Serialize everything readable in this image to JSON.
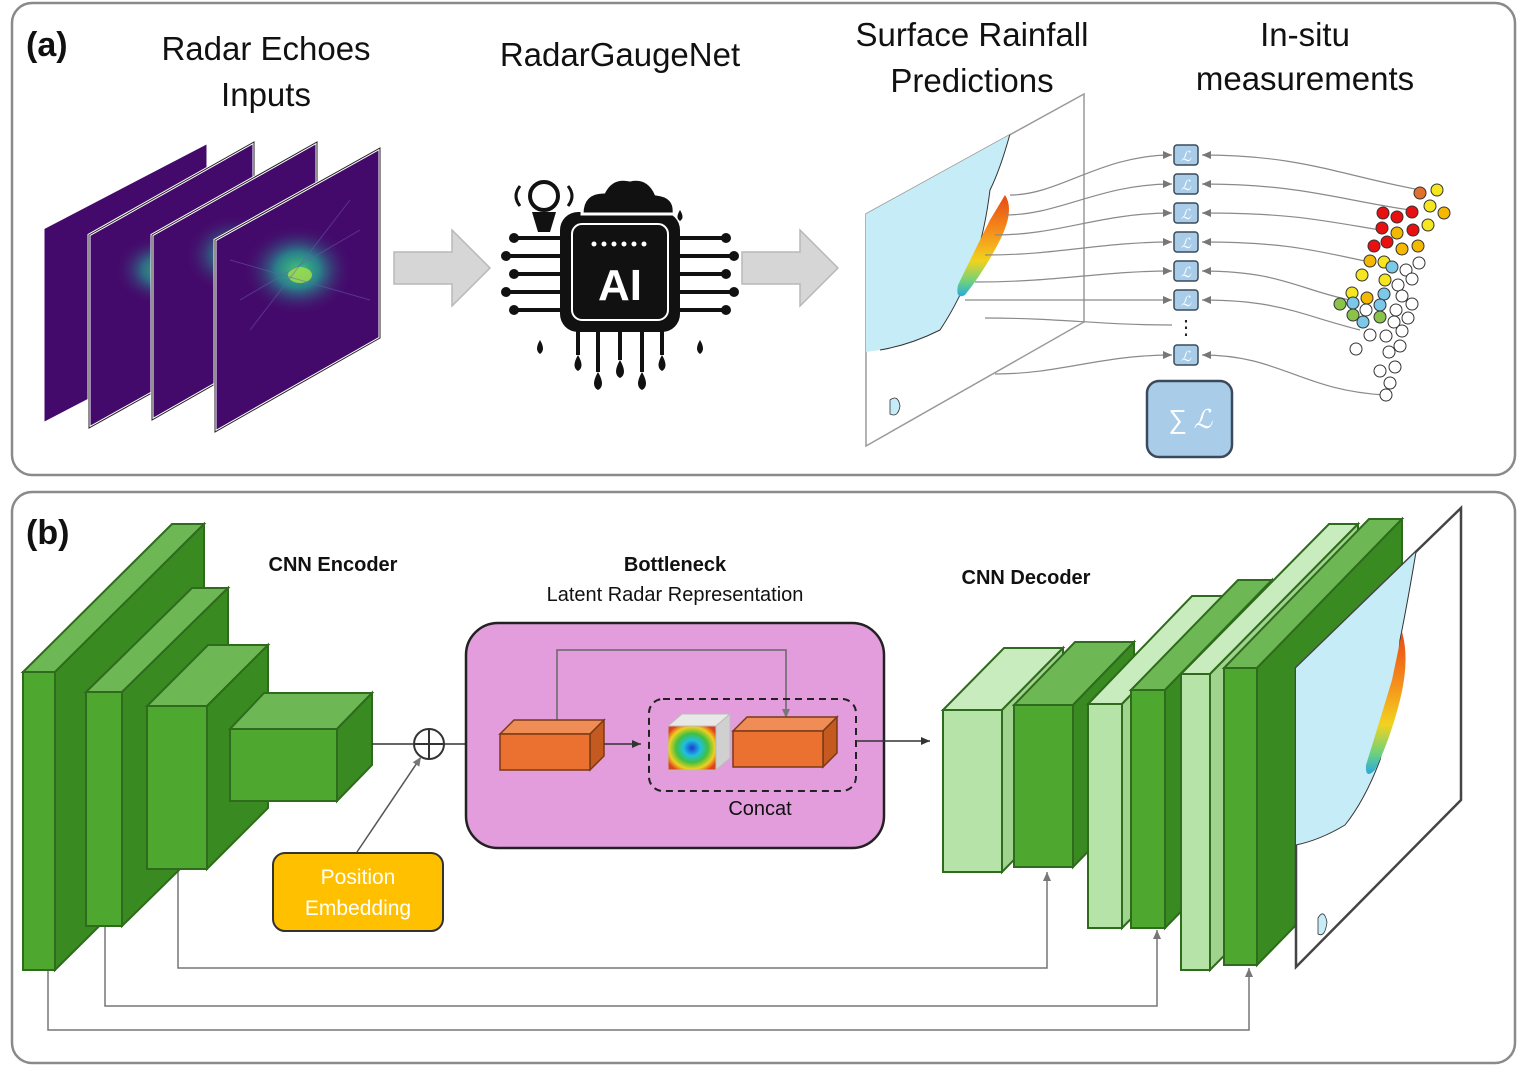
{
  "panel_a": {
    "tag": "(a)",
    "radar_title_line1": "Radar Echoes",
    "radar_title_line2": "Inputs",
    "model_title": "RadarGaugeNet",
    "ai_chip_label": "AI",
    "surface_title_line1": "Surface Rainfall",
    "surface_title_line2": "Predictions",
    "insitu_title_line1": "In-situ",
    "insitu_title_line2": "measurements",
    "loss_symbol": "ℒ",
    "loss_ellipsis": "⋮",
    "sum_loss_label": "∑ ℒ",
    "colors": {
      "radar_bg": "#440a6b",
      "sea": "#c6ecf7",
      "arrow": "#d6d6d6"
    }
  },
  "panel_b": {
    "tag": "(b)",
    "encoder_label": "CNN Encoder",
    "bottleneck_title": "Bottleneck",
    "bottleneck_subtitle": "Latent Radar Representation",
    "concat_label": "Concat",
    "decoder_label": "CNN Decoder",
    "position_line1": "Position",
    "position_line2": "Embedding",
    "colors": {
      "green_front": "#4ea72e",
      "green_side": "#3a8a22",
      "green_top": "#6db855",
      "light_green": "#b5e3a8",
      "bottleneck_bg": "#e39ddd",
      "orange": "#eb7130",
      "position_bg": "#ffc000"
    }
  }
}
